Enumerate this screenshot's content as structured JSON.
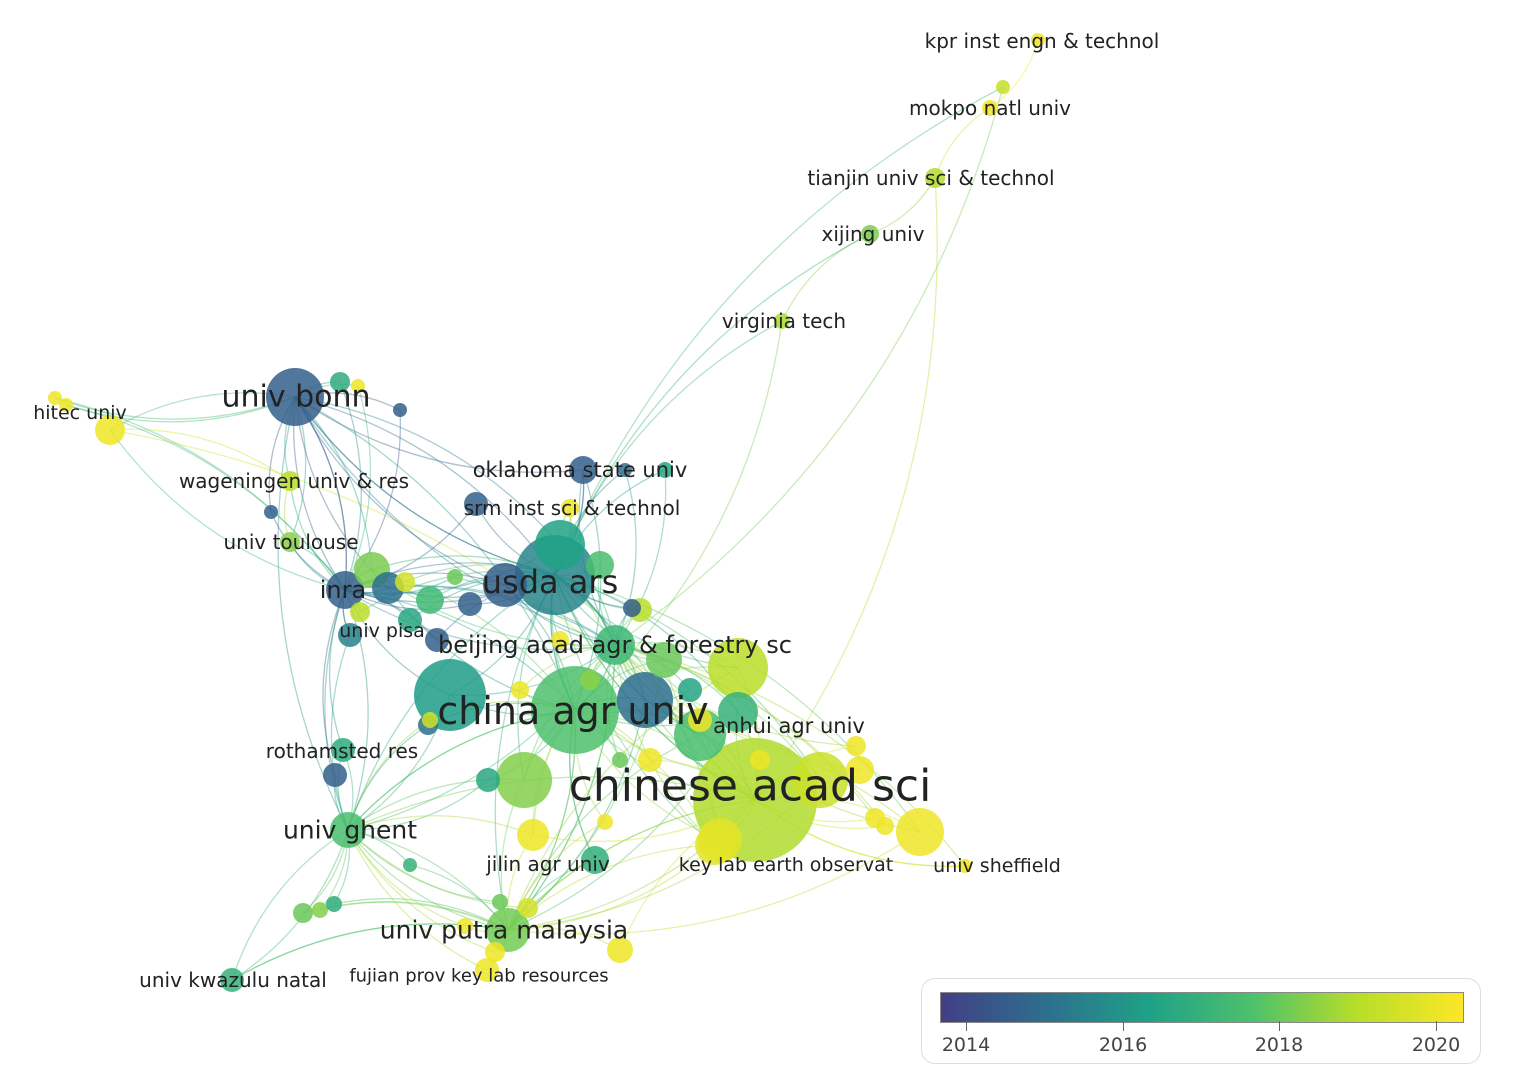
{
  "title": "Institution co-authorship overlay visualization",
  "colorbar": {
    "min_year": 2013.7,
    "max_year": 2020.3,
    "stops": [
      "#433e85",
      "#2d6f8e",
      "#1fa187",
      "#4fc16b",
      "#b8de29",
      "#fde725"
    ],
    "ticks": [
      "2014",
      "2016",
      "2018",
      "2020"
    ]
  },
  "nodes": [
    {
      "label": "kpr inst engn & technol",
      "year": 2020
    },
    {
      "label": "mokpo natl univ",
      "year": 2020
    },
    {
      "label": "tianjin univ sci & technol",
      "year": 2018.9
    },
    {
      "label": "xijing univ",
      "year": 2018.2
    },
    {
      "label": "virginia tech",
      "year": 2018.8
    },
    {
      "label": "univ bonn",
      "year": 2014.6
    },
    {
      "label": "hitec univ",
      "year": 2020
    },
    {
      "label": "wageningen univ & res",
      "year": 2019
    },
    {
      "label": "oklahoma state univ",
      "year": 2014.6
    },
    {
      "label": "srm inst sci & technol",
      "year": 2020
    },
    {
      "label": "univ toulouse",
      "year": 2018.4
    },
    {
      "label": "usda ars",
      "year": 2015.6
    },
    {
      "label": "inra",
      "year": 2014.6
    },
    {
      "label": "univ pisa",
      "year": 2015.5
    },
    {
      "label": "beijing acad agr & forestry sc",
      "year": 2017.2
    },
    {
      "label": "china agr univ",
      "year": 2017.6
    },
    {
      "label": "anhui agr univ",
      "year": 2017
    },
    {
      "label": "rothamsted res",
      "year": 2016.8
    },
    {
      "label": "chinese acad sci",
      "year": 2018.9
    },
    {
      "label": "univ ghent",
      "year": 2017.5
    },
    {
      "label": "jilin agr univ",
      "year": 2016.9
    },
    {
      "label": "key lab earth observat",
      "year": 2019.8
    },
    {
      "label": "univ sheffield",
      "year": 2020
    },
    {
      "label": "univ putra malaysia",
      "year": 2018.1
    },
    {
      "label": "univ kwazulu natal",
      "year": 2017
    },
    {
      "label": "fujian prov key lab resources",
      "year": 2020
    }
  ]
}
